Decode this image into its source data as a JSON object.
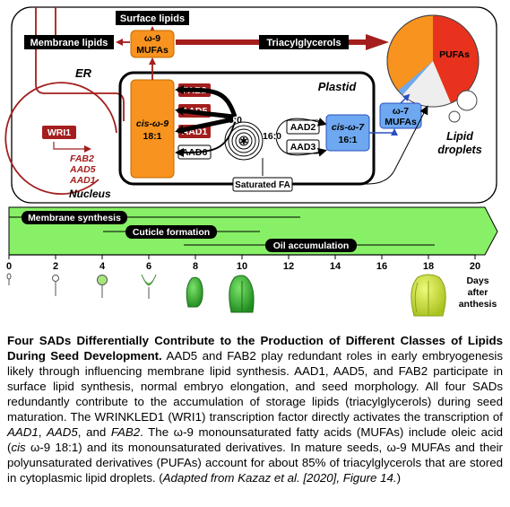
{
  "diagram": {
    "surface_lipids": "Surface lipids",
    "membrane_lipids": "Membrane lipids",
    "w9_mufas_line1": "ω-9",
    "w9_mufas_line2": "MUFAs",
    "triacylglycerols": "Triacylglycerols",
    "pufas": "PUFAs",
    "er": "ER",
    "plastid": "Plastid",
    "fab2": "FAB2",
    "aad5": "AAD5",
    "aad1": "AAD1",
    "aad6": "AAD6",
    "aad2": "AAD2",
    "aad3": "AAD3",
    "cis9_line1": "cis-ω-9",
    "cis9_line2": "18:1",
    "c18": "18:0",
    "c16": "16:0",
    "cis7_line1": "cis-ω-7",
    "cis7_line2": "16:1",
    "w7_mufas_line1": "ω-7",
    "w7_mufas_line2": "MUFAs",
    "lipid_droplets_line1": "Lipid",
    "lipid_droplets_line2": "droplets",
    "wri1": "WRI1",
    "genes": [
      "FAB2",
      "AAD5",
      "AAD1"
    ],
    "nucleus": "Nucleus",
    "saturated_fa": "Saturated FA"
  },
  "timeline": {
    "phases": [
      "Membrane synthesis",
      "Cuticle formation",
      "Oil accumulation"
    ],
    "ticks": [
      "0",
      "2",
      "4",
      "6",
      "8",
      "10",
      "12",
      "14",
      "16",
      "18",
      "20"
    ],
    "days_label_lines": [
      "Days",
      "after",
      "anthesis"
    ]
  },
  "colors": {
    "dark_red": "#a41e1e",
    "orange": "#f7931e",
    "blue": "#6ea8f0",
    "green_band": "#88f066",
    "pufa_red": "#e8321e"
  },
  "caption": {
    "title": "Four SADs Differentially Contribute to the Production of Different Classes of Lipids During Seed Development.",
    "p1": " AAD5 and FAB2 play redundant roles in early embryogenesis likely through influencing membrane lipid synthesis. AAD1, AAD5, and FAB2 participate in surface lipid synthesis, normal embryo elongation, and seed morphology. All four SADs redundantly contribute to the accumulation of storage lipids (triacylglycerols) during seed maturation. The WRINKLED1 (WRI1) transcription factor directly activates the transcription of ",
    "g1": "AAD1",
    "s1": ", ",
    "g2": "AAD5",
    "s2": ", and ",
    "g3": "FAB2",
    "p2": ". The ω-9 monounsaturated fatty acids (MUFAs) include oleic acid (",
    "cis": "cis",
    "p3": " ω-9 18:1) and its monounsaturated derivatives. In mature seeds, ω-9 MUFAs and their polyunsaturated derivatives (PUFAs) account for about 85% of triacylglycerols that are stored in cytoplasmic lipid droplets. (",
    "adapted": "Adapted from Kazaz et al. [2020], Figure 14.",
    "end": ")"
  }
}
